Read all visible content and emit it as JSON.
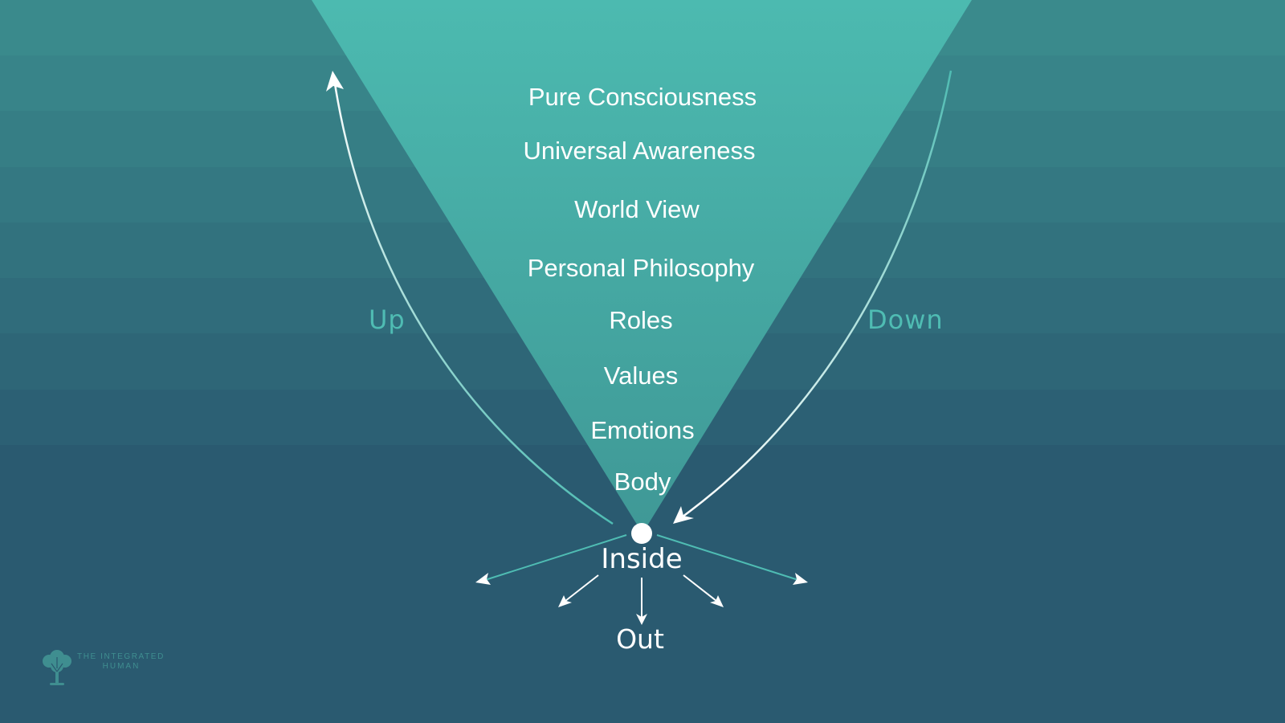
{
  "layers": [
    "Pure Consciousness",
    "Universal Awareness",
    "World View",
    "Personal Philosophy",
    "Roles",
    "Values",
    "Emotions",
    "Body"
  ],
  "direction_labels": {
    "up": "Up",
    "down": "Down"
  },
  "center_labels": {
    "inside": "Inside",
    "out": "Out"
  },
  "brand": {
    "line1": "THE INTEGRATED",
    "line2": "HUMAN",
    "icon": "tree-icon"
  },
  "colors": {
    "background_top": "#3a8a8c",
    "background_bottom": "#2a5a70",
    "cone_top": "#4cbab0",
    "cone_bottom": "#3f9896",
    "accent": "#4fbcb3",
    "text": "#ffffff"
  }
}
